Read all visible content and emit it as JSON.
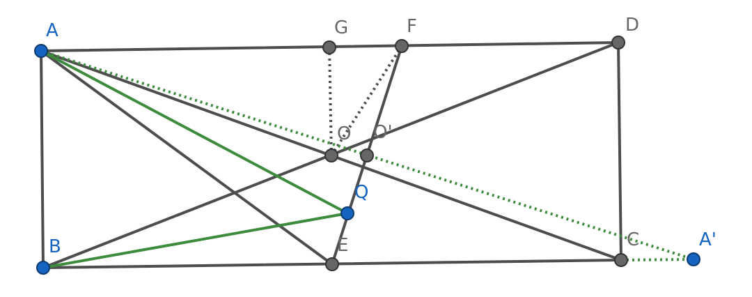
{
  "colors": {
    "segment": "#4d4d4d",
    "highlight": "#3d8b3d",
    "point_gray": "#666666",
    "point_blue": "#1565c0"
  },
  "points": [
    {
      "id": "A",
      "label": "A",
      "color": "blue"
    },
    {
      "id": "B",
      "label": "B",
      "color": "blue"
    },
    {
      "id": "C",
      "label": "C",
      "color": "gray"
    },
    {
      "id": "D",
      "label": "D",
      "color": "gray"
    },
    {
      "id": "E",
      "label": "E",
      "color": "gray"
    },
    {
      "id": "F",
      "label": "F",
      "color": "gray"
    },
    {
      "id": "G",
      "label": "G",
      "color": "gray"
    },
    {
      "id": "O",
      "label": "O",
      "color": "gray"
    },
    {
      "id": "O2",
      "label": "O'",
      "color": "gray"
    },
    {
      "id": "Q",
      "label": "Q",
      "color": "blue"
    },
    {
      "id": "A2",
      "label": "A'",
      "color": "blue"
    }
  ],
  "segments": [
    {
      "from": "A",
      "to": "D",
      "style": "solid"
    },
    {
      "from": "A",
      "to": "B",
      "style": "solid"
    },
    {
      "from": "B",
      "to": "C",
      "style": "solid"
    },
    {
      "from": "C",
      "to": "D",
      "style": "solid"
    },
    {
      "from": "A",
      "to": "C",
      "style": "solid"
    },
    {
      "from": "B",
      "to": "D",
      "style": "solid"
    },
    {
      "from": "A",
      "to": "E",
      "style": "solid"
    },
    {
      "from": "E",
      "to": "F",
      "style": "solid"
    },
    {
      "from": "G",
      "to": "O",
      "style": "dotted"
    },
    {
      "from": "O",
      "to": "F",
      "style": "dotted"
    },
    {
      "from": "A",
      "to": "Q",
      "style": "green"
    },
    {
      "from": "B",
      "to": "Q",
      "style": "green"
    },
    {
      "from": "A",
      "to": "A2",
      "style": "green-dotted"
    },
    {
      "from": "C",
      "to": "A2",
      "style": "green-dotted"
    }
  ]
}
